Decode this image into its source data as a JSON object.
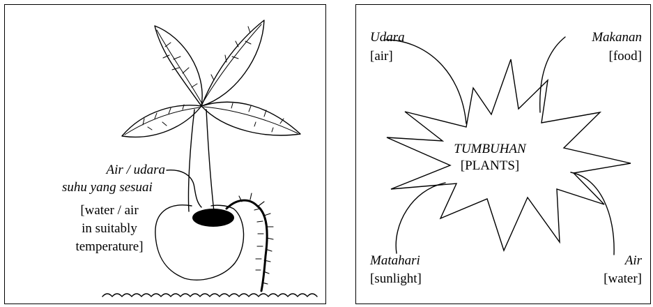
{
  "left_panel": {
    "label_malay_line1": "Air / udara",
    "label_malay_line2": "suhu yang sesuai",
    "label_english": [
      "[water / air",
      "in suitably",
      "temperature]"
    ]
  },
  "right_panel": {
    "center_malay": "TUMBUHAN",
    "center_english": "[PLANTS]",
    "labels": {
      "top_left": {
        "malay": "Udara",
        "english": "[air]"
      },
      "top_right": {
        "malay": "Makanan",
        "english": "[food]"
      },
      "bottom_left": {
        "malay": "Matahari",
        "english": "[sunlight]"
      },
      "bottom_right": {
        "malay": "Air",
        "english": "[water]"
      }
    }
  }
}
